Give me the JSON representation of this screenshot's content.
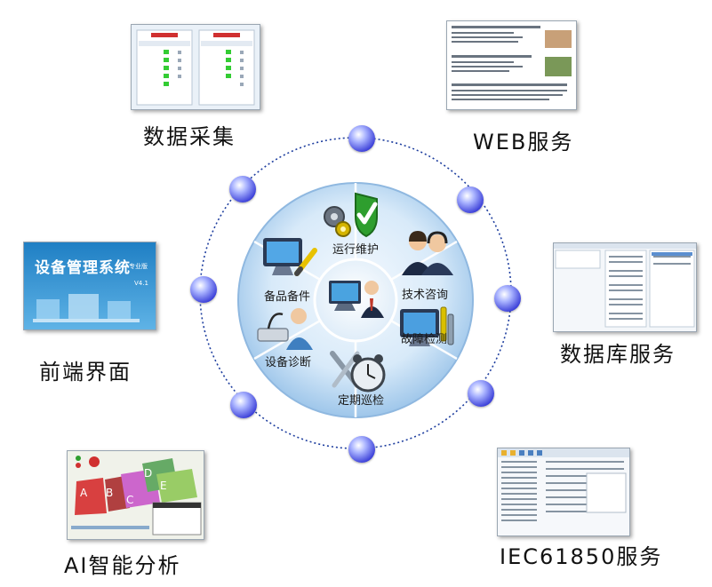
{
  "outer_labels": {
    "data_collection": "数据采集",
    "web_service": "WEB服务",
    "frontend": "前端界面",
    "database_service": "数据库服务",
    "ai_analysis": "AI智能分析",
    "iec_service": "IEC61850服务"
  },
  "segments": {
    "maintenance": "运行维护",
    "tech_consult": "技术咨询",
    "fault_detect": "故障检测",
    "inspection": "定期巡检",
    "diagnosis": "设备诊断",
    "spare_parts": "备品备件"
  },
  "frontend_thumb": {
    "title": "设备管理系统",
    "edition": "专业版",
    "version": "V4.1"
  },
  "ai_thumb": {
    "zones": [
      "A",
      "B",
      "C",
      "D",
      "E"
    ]
  },
  "colors": {
    "disc_center": "#eef6fd",
    "disc_edge": "#9ec6ea",
    "orbit": "#1f3f9f",
    "node": "#3b3fd8",
    "check_green": "#2e9e2e"
  }
}
